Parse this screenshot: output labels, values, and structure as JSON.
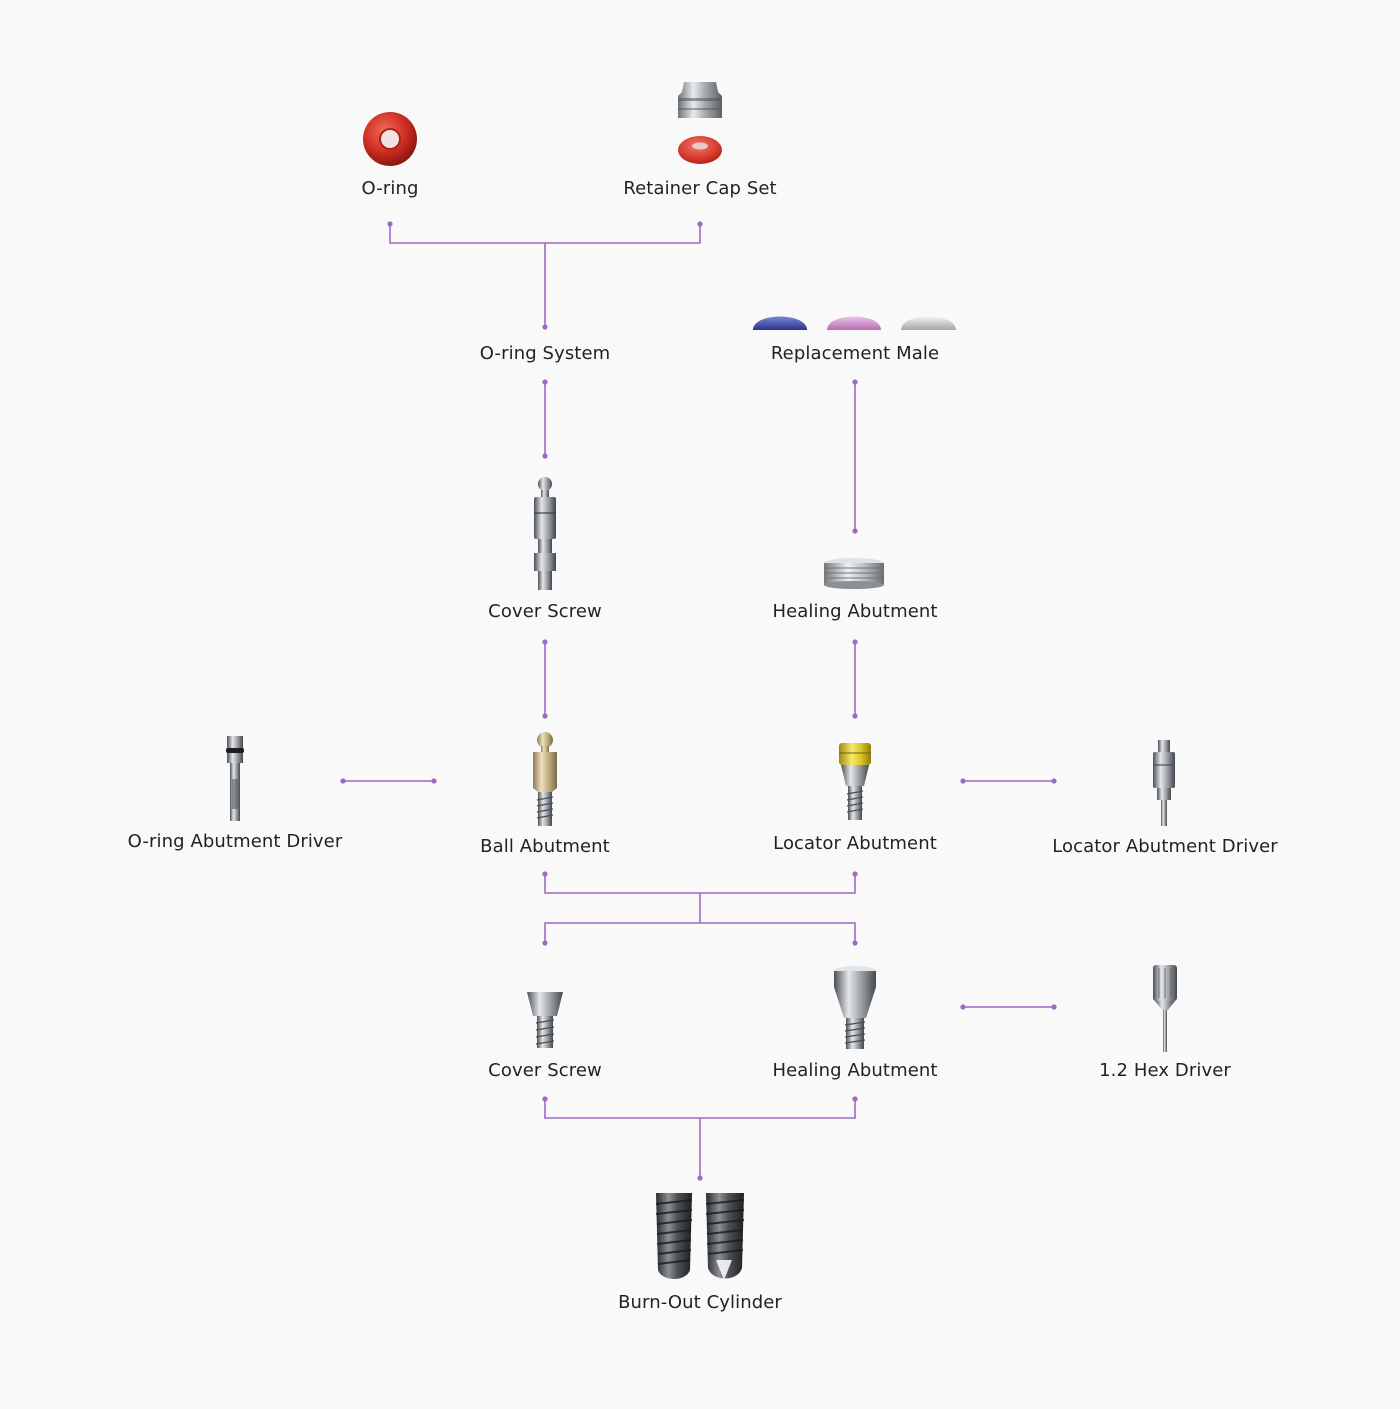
{
  "diagram": {
    "accent_color": "#9b6bc4",
    "nodes": [
      {
        "id": "o_ring",
        "label": "O-ring",
        "icon": "o-ring-icon"
      },
      {
        "id": "retainer_cap_set",
        "label": "Retainer Cap Set",
        "icon": "retainer-cap-set-icon"
      },
      {
        "id": "o_ring_system",
        "label": "O-ring System",
        "icon": ""
      },
      {
        "id": "replacement_male",
        "label": "Replacement Male",
        "icon": "replacement-male-icon"
      },
      {
        "id": "cover_screw_top",
        "label": "Cover Screw",
        "icon": "cover-screw-icon"
      },
      {
        "id": "healing_abutment_top",
        "label": "Healing Abutment",
        "icon": "healing-abutment-icon"
      },
      {
        "id": "o_ring_abutment_driver",
        "label": "O-ring Abutment Driver",
        "icon": "o-ring-abutment-driver-icon"
      },
      {
        "id": "ball_abutment",
        "label": "Ball Abutment",
        "icon": "ball-abutment-icon"
      },
      {
        "id": "locator_abutment",
        "label": "Locator Abutment",
        "icon": "locator-abutment-icon"
      },
      {
        "id": "locator_abutment_driver",
        "label": "Locator  Abutment Driver",
        "icon": "locator-abutment-driver-icon"
      },
      {
        "id": "cover_screw_bottom",
        "label": "Cover Screw",
        "icon": "cover-screw-icon"
      },
      {
        "id": "healing_abutment_bottom",
        "label": "Healing Abutment",
        "icon": "healing-abutment-icon"
      },
      {
        "id": "hex_driver",
        "label": "1.2 Hex Driver",
        "icon": "hex-driver-icon"
      },
      {
        "id": "burn_out_cylinder",
        "label": "Burn-Out Cylinder",
        "icon": "implant-fixture-icon"
      }
    ],
    "edges": [
      {
        "from": "o_ring",
        "to": "o_ring_system"
      },
      {
        "from": "retainer_cap_set",
        "to": "o_ring_system"
      },
      {
        "from": "o_ring_system",
        "to": "cover_screw_top"
      },
      {
        "from": "replacement_male",
        "to": "healing_abutment_top"
      },
      {
        "from": "cover_screw_top",
        "to": "ball_abutment"
      },
      {
        "from": "healing_abutment_top",
        "to": "locator_abutment"
      },
      {
        "from": "o_ring_abutment_driver",
        "to": "ball_abutment"
      },
      {
        "from": "locator_abutment",
        "to": "locator_abutment_driver"
      },
      {
        "from": "ball_abutment",
        "to": "cover_screw_bottom"
      },
      {
        "from": "ball_abutment",
        "to": "healing_abutment_bottom"
      },
      {
        "from": "locator_abutment",
        "to": "cover_screw_bottom"
      },
      {
        "from": "locator_abutment",
        "to": "healing_abutment_bottom"
      },
      {
        "from": "healing_abutment_bottom",
        "to": "hex_driver"
      },
      {
        "from": "cover_screw_bottom",
        "to": "burn_out_cylinder"
      },
      {
        "from": "healing_abutment_bottom",
        "to": "burn_out_cylinder"
      }
    ]
  }
}
